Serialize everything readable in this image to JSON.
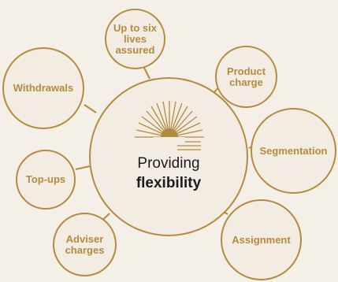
{
  "colors": {
    "accent": "#b38b3f",
    "background": "#f4efe7",
    "center_text": "#1d1d1d"
  },
  "center": {
    "line1": "Providing",
    "line2": "flexibility",
    "icon": "sunburst-icon"
  },
  "nodes": [
    {
      "label": "Up to six\nlives\nassured"
    },
    {
      "label": "Product\ncharge"
    },
    {
      "label": "Withdrawals"
    },
    {
      "label": "Segmentation"
    },
    {
      "label": "Top-ups"
    },
    {
      "label": "Adviser\ncharges"
    },
    {
      "label": "Assignment"
    }
  ]
}
